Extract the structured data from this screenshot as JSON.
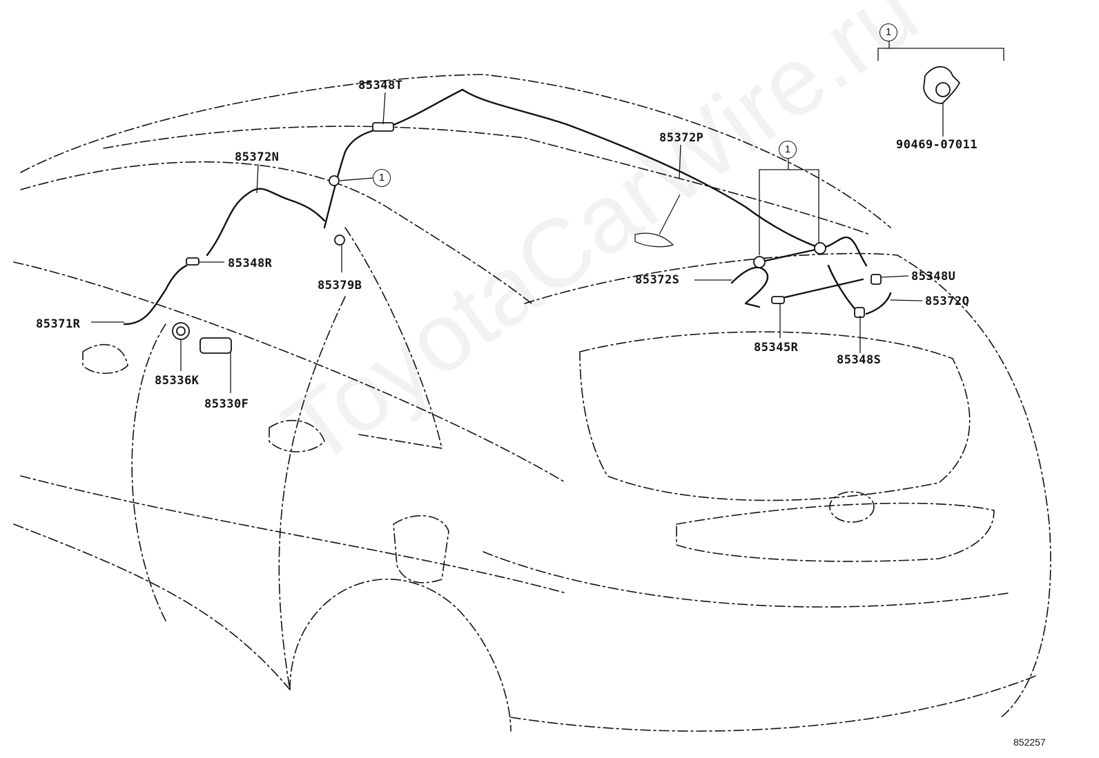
{
  "watermark": "ToyotaCarWire.ru",
  "diagram_id": "852257",
  "callout_marker": "1",
  "colors": {
    "line": "#111111",
    "background": "#ffffff"
  },
  "parts": {
    "p85348T": "85348T",
    "p85372N": "85372N",
    "p85372P": "85372P",
    "p85348R": "85348R",
    "p85379B": "85379B",
    "p85371R": "85371R",
    "p85336K": "85336K",
    "p85330F": "85330F",
    "p85372S": "85372S",
    "p85345R": "85345R",
    "p85348U": "85348U",
    "p85372Q": "85372Q",
    "p85348S": "85348S",
    "p90469_07011": "90469-07011"
  }
}
